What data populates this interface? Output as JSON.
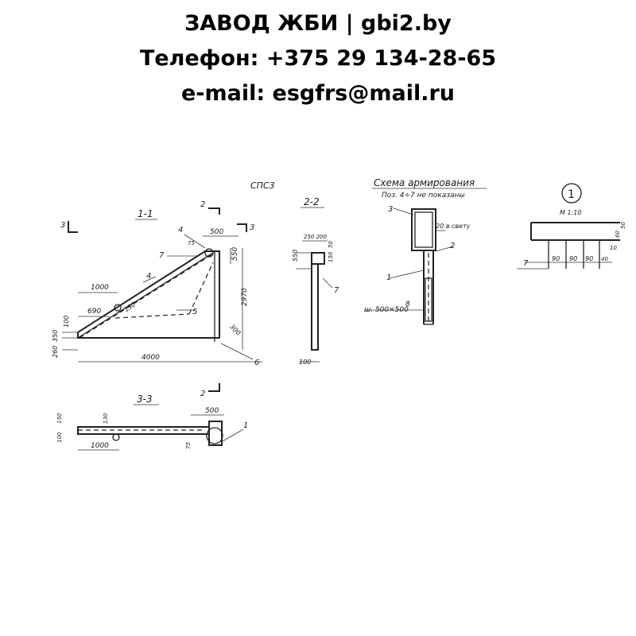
{
  "header": {
    "line1": "ЗАВОД ЖБИ | gbi2.by",
    "line2": "Телефон: +375 29 134-28-65",
    "line3": "e-mail: esgfrs@mail.ru"
  },
  "drawing": {
    "mark": "СПС3",
    "section_1_1": "1-1",
    "section_2_2": "2-2",
    "section_3_3": "3-3",
    "scheme_title": "Схема армирования",
    "scheme_note": "Поз. 4÷7 не показаны",
    "node_number": "1",
    "node_scale": "М 1:10",
    "cut_mark_2": "2",
    "cut_mark_3": "3",
    "dims": {
      "d500": "500",
      "d550": "550",
      "d2970": "2970",
      "d1000": "1000",
      "d690": "690",
      "d100": "100",
      "d350": "350",
      "d260": "260",
      "d4000": "4000",
      "d300": "300",
      "d75": "75",
      "d130": "130",
      "d250_200": "250 200",
      "d50": "50",
      "d150": "150",
      "d20_light": "20 в свету",
      "d8_grid": "ш. 500×500",
      "d90": "90",
      "d40": "40",
      "d10": "10",
      "d50b": "50",
      "d60": "60",
      "d100b": "100"
    },
    "positions": {
      "p1": "1",
      "p2": "2",
      "p3": "3",
      "p4": "4",
      "p5": "5",
      "p6": "6",
      "p7": "7",
      "p8": "8"
    }
  }
}
